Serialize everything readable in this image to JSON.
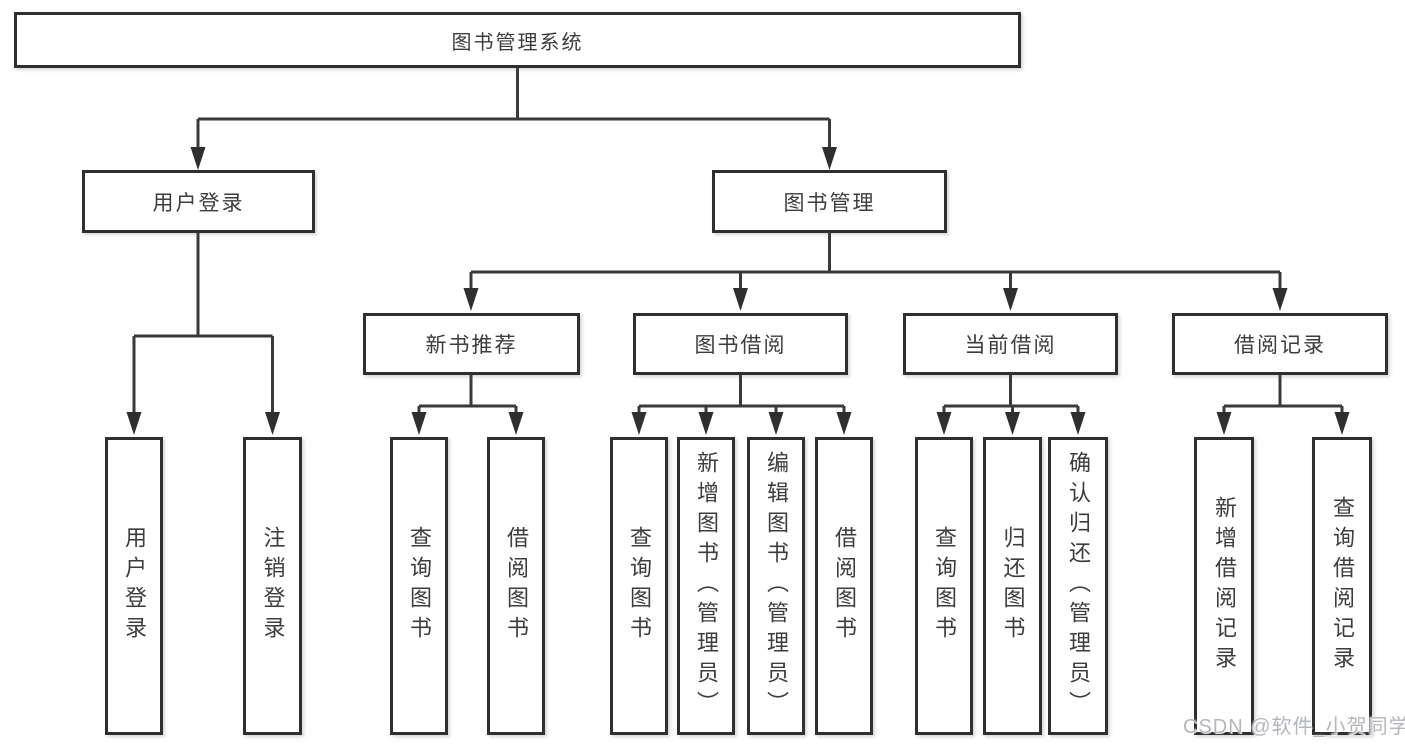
{
  "diagram": {
    "root": {
      "label": "图书管理系统"
    },
    "level2": [
      {
        "label": "用户登录"
      },
      {
        "label": "图书管理"
      }
    ],
    "level3": [
      {
        "label": "新书推荐"
      },
      {
        "label": "图书借阅"
      },
      {
        "label": "当前借阅"
      },
      {
        "label": "借阅记录"
      }
    ],
    "leaves": {
      "user_login": [
        {
          "label": "用户登录"
        },
        {
          "label": "注销登录"
        }
      ],
      "new_book_recommend": [
        {
          "label": "查询图书"
        },
        {
          "label": "借阅图书"
        }
      ],
      "book_borrowing": [
        {
          "label": "查询图书"
        },
        {
          "label": "新增图书（管理员）"
        },
        {
          "label": "编辑图书（管理员）"
        },
        {
          "label": "借阅图书"
        }
      ],
      "current_borrowing": [
        {
          "label": "查询图书"
        },
        {
          "label": "归还图书"
        },
        {
          "label": "确认归还（管理员）"
        }
      ],
      "borrowing_records": [
        {
          "label": "新增借阅记录"
        },
        {
          "label": "查询借阅记录"
        }
      ]
    },
    "colors": {
      "line": "#3a3a3a",
      "arrow": "#2f2f2f",
      "border": "#2f2f2f",
      "text": "#3d3d3d",
      "background": "#ffffff"
    }
  },
  "watermark": {
    "text": "CSDN @软件_小贺同学",
    "color": "#b3b7bd"
  }
}
